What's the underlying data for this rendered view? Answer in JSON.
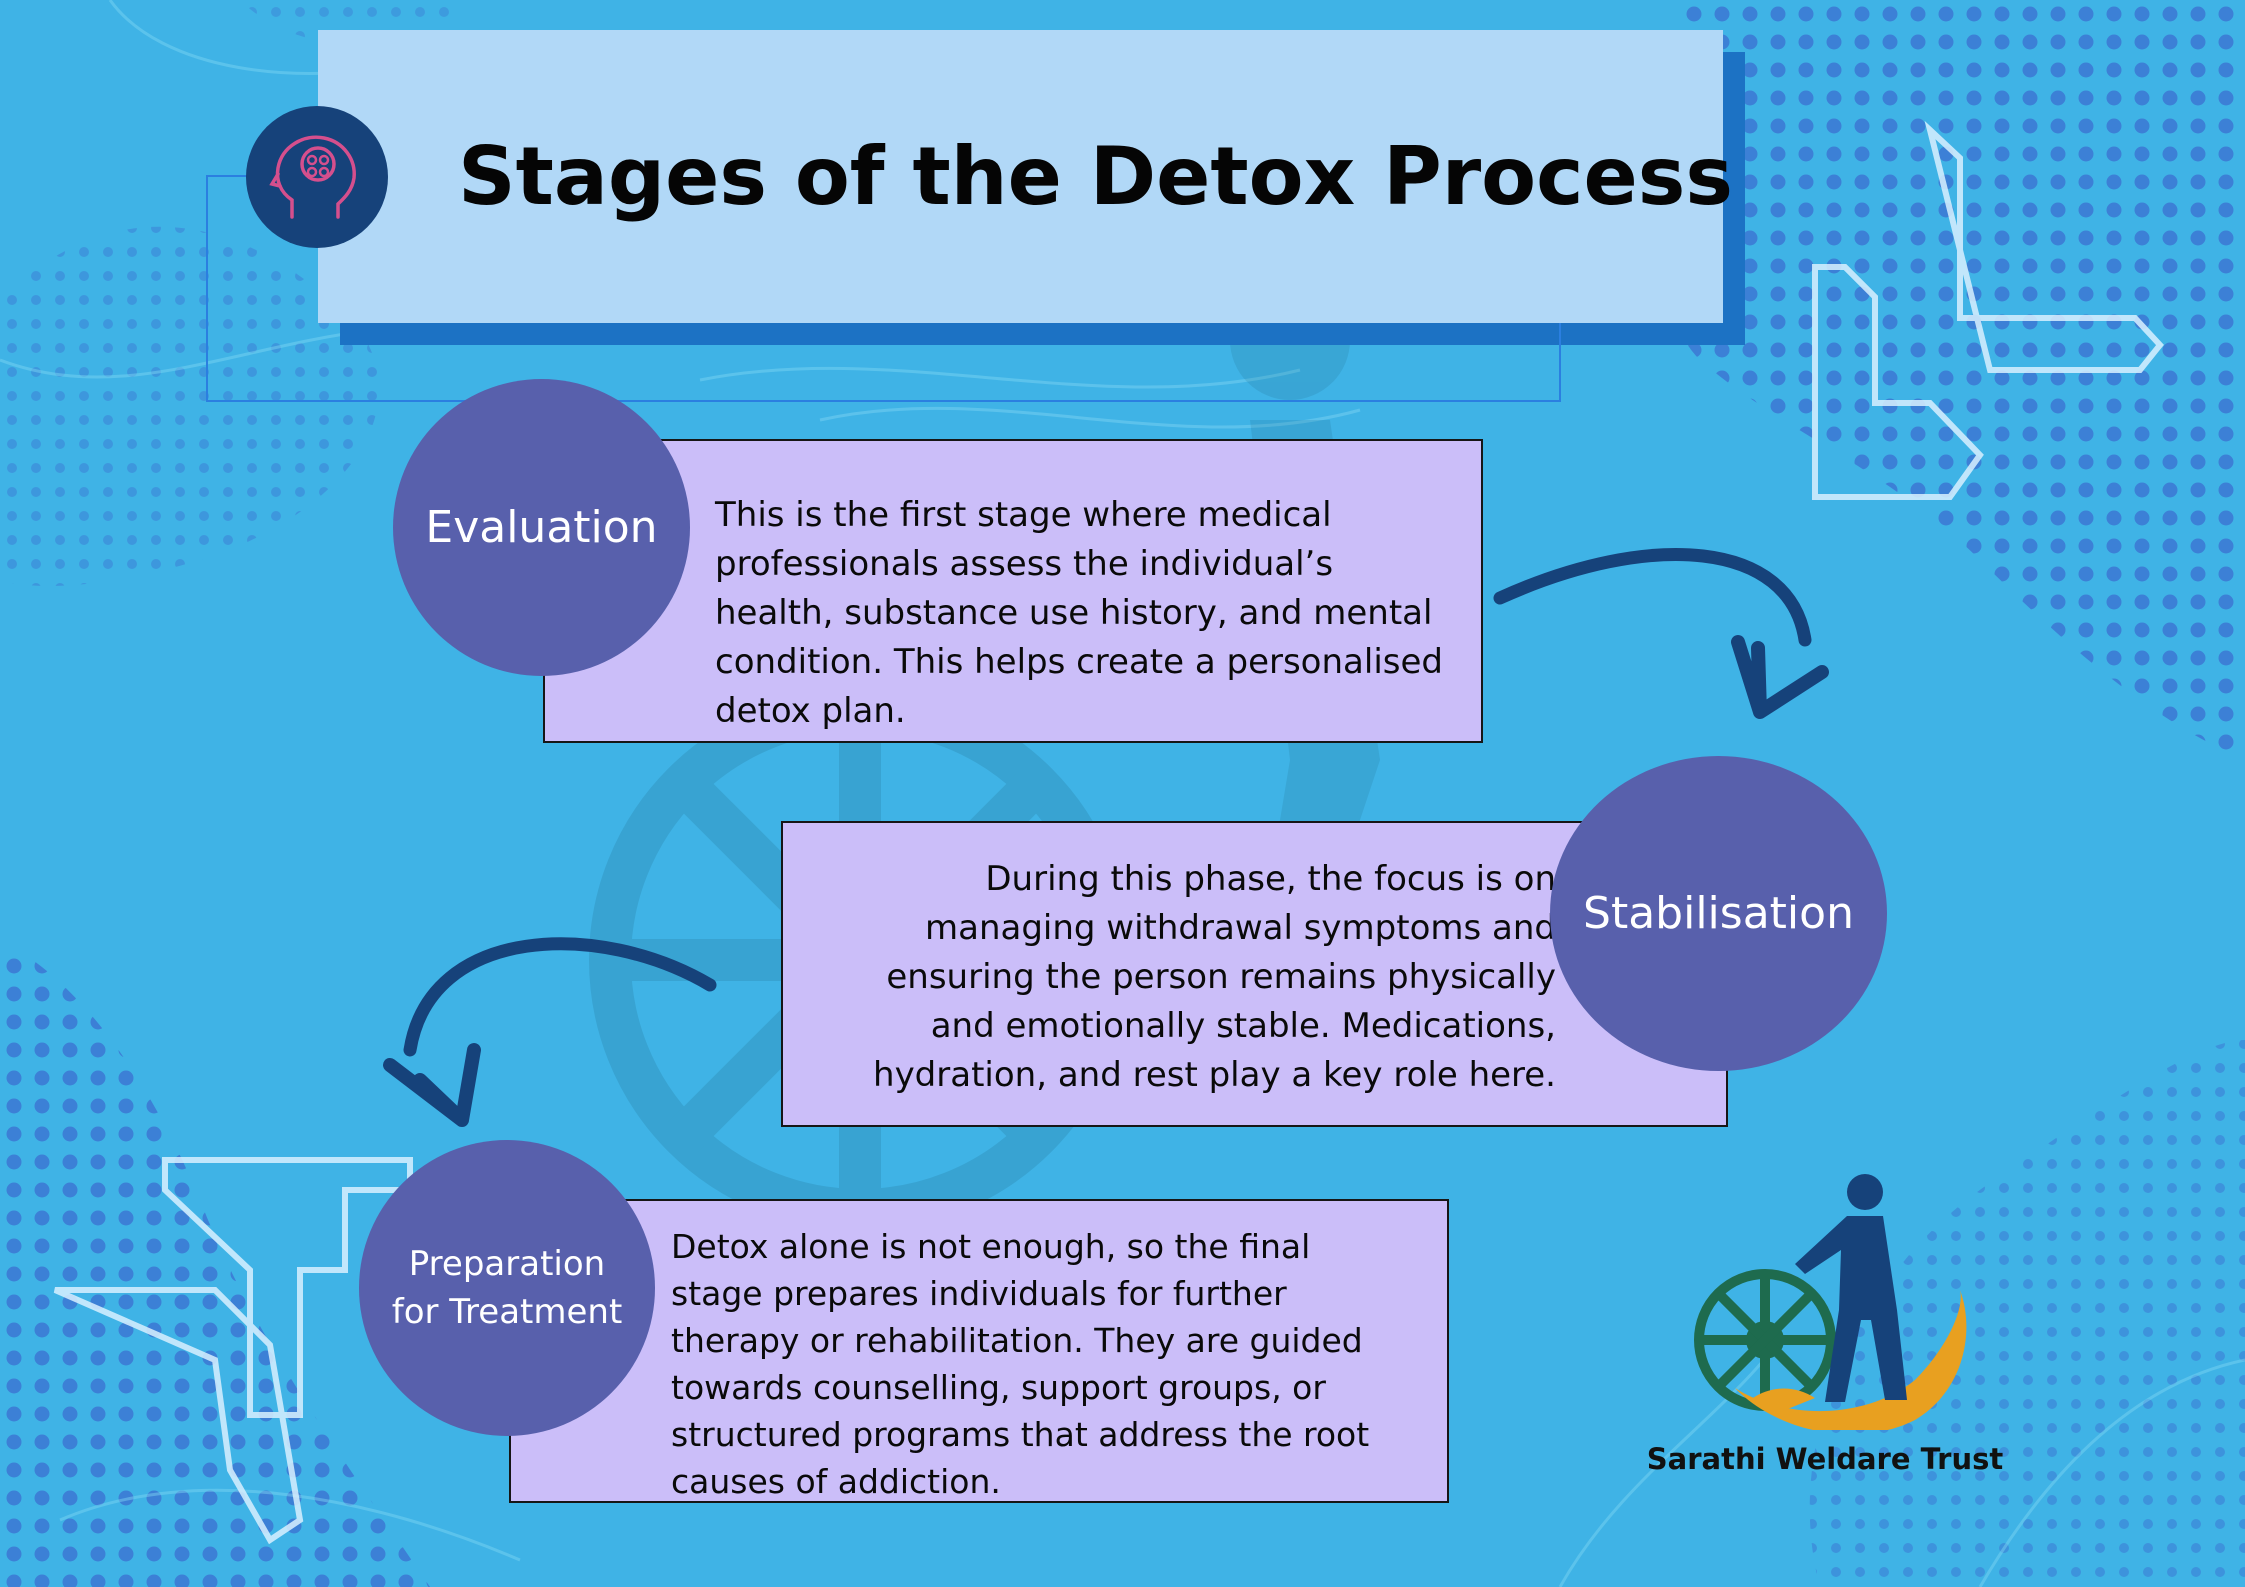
{
  "title": "Stages of the Detox Process",
  "stages": [
    {
      "name": "Evaluation",
      "description": "This is the first stage where medical professionals assess the individual’s health, substance use history, and mental condition. This helps create a personalised detox plan."
    },
    {
      "name": "Stabilisation",
      "description": "During this phase, the focus is on managing withdrawal symptoms and ensuring the person remains physically and emotionally stable. Medications, hydration, and rest play a key role here."
    },
    {
      "name": "Preparation for Treatment",
      "description": "Detox alone is not enough, so the final stage prepares individuals for further therapy or rehabilitation. They are guided towards counselling, support groups, or structured programs that address the root causes of addiction."
    }
  ],
  "organization": "Sarathi Weldare Trust",
  "icons": {
    "header": "brain-icon",
    "logo": "sarathi-logo",
    "flow": "curved-arrow-icon"
  },
  "colors": {
    "background": "#3fb3e6",
    "title_panel": "#b1d8f7",
    "title_shadow": "#1c72c4",
    "stage_circle": "#5860ac",
    "text_panel": "#cbbef9",
    "arrow": "#16427a",
    "logo_wheel": "#1e6b4e",
    "logo_hand": "#e8a020"
  }
}
